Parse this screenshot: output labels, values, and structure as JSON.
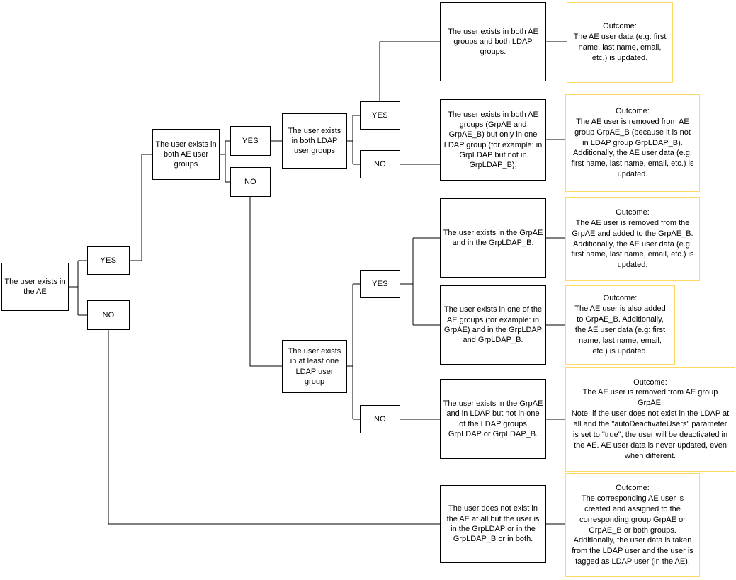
{
  "colors": {
    "outcome_border": "#ffd966",
    "node_border": "#000000",
    "connector": "#000000"
  },
  "nodes": {
    "root": "The user exists in the AE",
    "both_ae_groups": "The user exists in both AE user groups",
    "both_ldap_groups": "The user exists in both LDAP user groups",
    "both_ae_both_ldap": "The user exists in both AE groups and both LDAP groups.",
    "both_ae_one_ldap": "The user exists in both AE groups (GrpAE and GrpAE_B) but only in one LDAP group (for example: in GrpLDAP but not in GrpLDAP_B),",
    "at_least_one_ldap": "The user exists in at least one LDAP user group",
    "grpae_and_grpldap_b": "The user exists in the GrpAE and in the GrpLDAP_B.",
    "one_ae_both_ldap": "The user exists in one of the AE groups (for example: in GrpAE) and in the GrpLDAP and GrpLDAP_B.",
    "grpae_not_in_ldap_groups": "The user exists in the GrpAE and in LDAP but not in one of the LDAP groups GrpLDAP or GrpLDAP_B.",
    "not_in_ae": "The user does not exist in the AE at all but the user is in the GrpLDAP or in the GrpLDAP_B or in both."
  },
  "branches": {
    "yes1": "YES",
    "no1": "NO",
    "yes2": "YES",
    "no2": "NO",
    "yes3": "YES",
    "no3": "NO",
    "yes4": "YES",
    "no4": "NO"
  },
  "outcomes": {
    "o1": {
      "title": "Outcome:",
      "body": "The AE user data (e.g: first name, last name, email, etc.) is updated."
    },
    "o2": {
      "title": "Outcome:",
      "body": "The AE user is removed from AE group GrpAE_B (because it is not in LDAP group GrpLDAP_B). Additionally, the AE user data (e.g: first name, last name, email, etc.) is updated."
    },
    "o3": {
      "title": "Outcome:",
      "body": "The AE user is removed from the GrpAE and added to the GrpAE_B. Additionally, the AE user data (e.g: first name, last name, email, etc.) is updated."
    },
    "o4": {
      "title": "Outcome:",
      "body": "The AE user is also added to GrpAE_B. Additionally, the AE user data (e.g: first name, last name, email, etc.) is updated."
    },
    "o5": {
      "title": "Outcome:",
      "body": "The AE user is removed from AE group GrpAE.\nNote: if the user does not exist in the LDAP at all and the \"autoDeactivateUsers\" parameter is set to \"true\", the user will be deactivated in the AE. AE user data is never updated, even when different."
    },
    "o6": {
      "title": "Outcome:",
      "body": "The corresponding AE user is created and assigned to the corresponding group GrpAE or GrpAE_B or both groups. Additionally, the user data is taken from the LDAP user and the user is tagged as LDAP user (in the AE)."
    }
  }
}
